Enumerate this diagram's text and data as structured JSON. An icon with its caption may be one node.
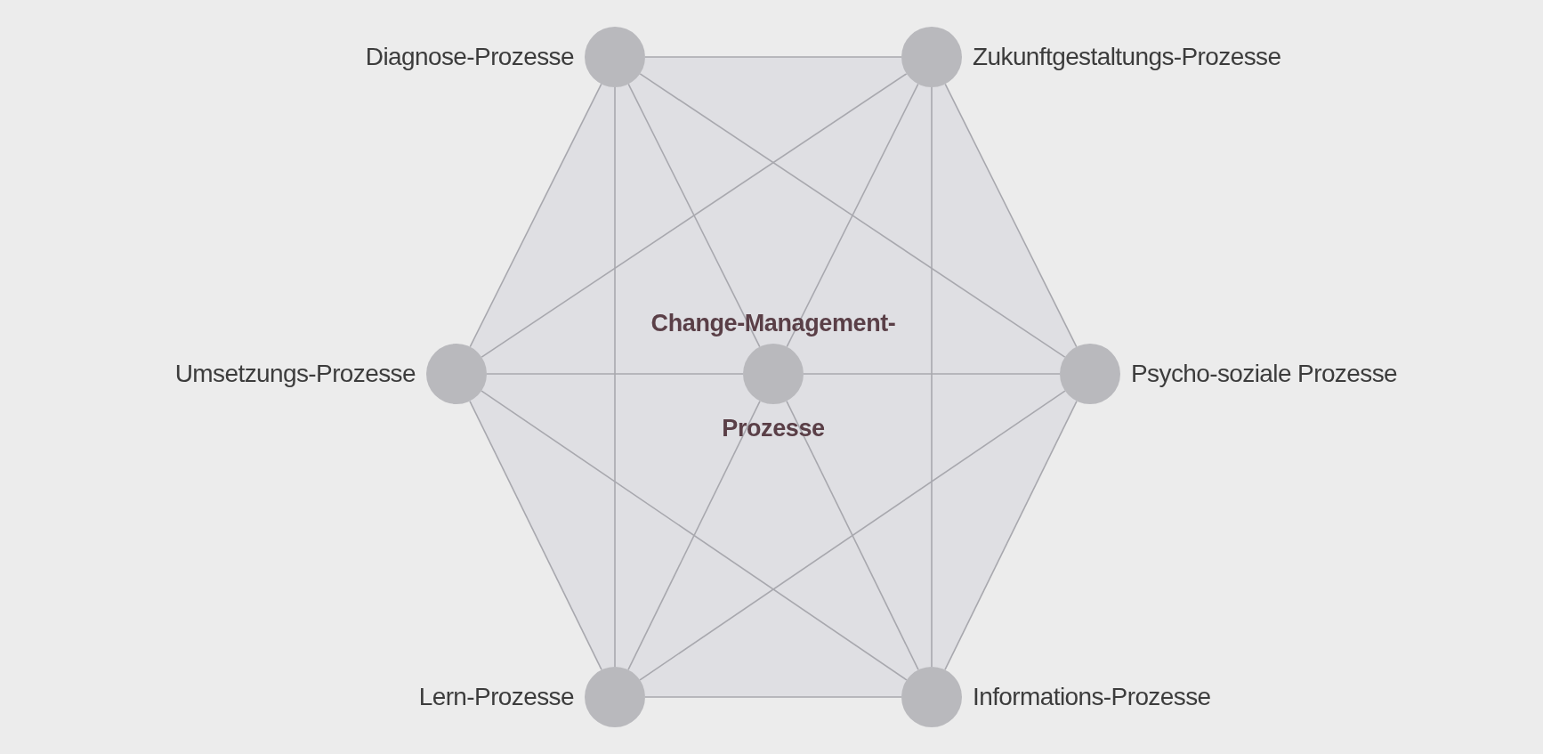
{
  "diagram": {
    "nodes": [
      {
        "text": [
          "Diagnose-Prozesse"
        ]
      },
      {
        "text": [
          "Zukunftgestaltungs-Prozesse"
        ]
      },
      {
        "text": [
          "Umsetzungs-Prozesse"
        ]
      },
      {
        "text": [
          "Change-Management-",
          "Prozesse"
        ]
      },
      {
        "text": [
          "Psycho-soziale Prozesse"
        ]
      },
      {
        "text": [
          "Lern-Prozesse"
        ]
      },
      {
        "text": [
          "Informations-Prozesse"
        ]
      }
    ],
    "edges": [
      {
        "from": 0,
        "to": 1,
        "arrow": "none"
      },
      {
        "from": 0,
        "to": 2,
        "arrow": "none"
      },
      {
        "from": 0,
        "to": 4,
        "arrow": "none"
      },
      {
        "from": 0,
        "to": 5,
        "arrow": "none"
      },
      {
        "from": 1,
        "to": 2,
        "arrow": "none"
      },
      {
        "from": 1,
        "to": 4,
        "arrow": "none"
      },
      {
        "from": 1,
        "to": 6,
        "arrow": "none"
      },
      {
        "from": 2,
        "to": 5,
        "arrow": "none"
      },
      {
        "from": 2,
        "to": 6,
        "arrow": "none"
      },
      {
        "from": 4,
        "to": 5,
        "arrow": "none"
      },
      {
        "from": 4,
        "to": 6,
        "arrow": "none"
      },
      {
        "from": 5,
        "to": 6,
        "arrow": "none"
      },
      {
        "from": 3,
        "to": 0,
        "arrow": "none"
      },
      {
        "from": 3,
        "to": 1,
        "arrow": "none"
      },
      {
        "from": 3,
        "to": 2,
        "arrow": "none"
      },
      {
        "from": 3,
        "to": 4,
        "arrow": "none"
      },
      {
        "from": 3,
        "to": 5,
        "arrow": "none"
      },
      {
        "from": 3,
        "to": 6,
        "arrow": "none"
      }
    ]
  }
}
